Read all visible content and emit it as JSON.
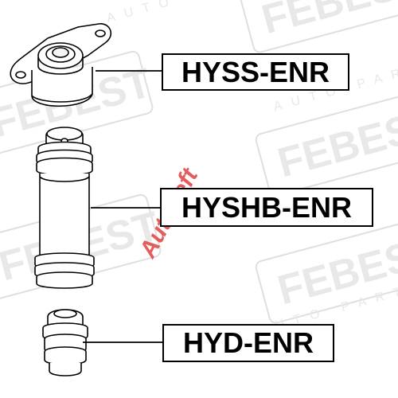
{
  "parts": [
    {
      "code": "HYSS-ENR"
    },
    {
      "code": "HYSHB-ENR"
    },
    {
      "code": "HYD-ENR"
    }
  ],
  "watermark": {
    "brand": "FEBEST",
    "tagline": "AUTO PARTS",
    "overlay_text": "Autoseft",
    "overlay_color": "#e04040"
  },
  "colors": {
    "line": "#000000",
    "watermark": "#d9d9d9",
    "background": "#ffffff"
  }
}
